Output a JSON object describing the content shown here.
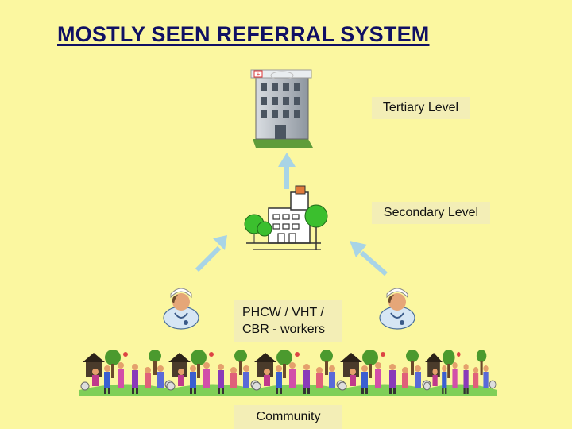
{
  "title": "MOSTLY SEEN REFERRAL SYSTEM",
  "levels": {
    "tertiary": "Tertiary Level",
    "secondary": "Secondary Level",
    "workers_line1": "PHCW / VHT /",
    "workers_line2": "CBR - workers",
    "community": "Community"
  },
  "icons": {
    "tertiary": "hospital-building-icon",
    "secondary": "clinic-building-icon",
    "worker": "health-worker-icon",
    "community": "village-people-icon"
  },
  "colors": {
    "background": "#fbf7a0",
    "title": "#101064",
    "arrow": "#a8d4e6",
    "label_box": "#f3eeb6"
  }
}
